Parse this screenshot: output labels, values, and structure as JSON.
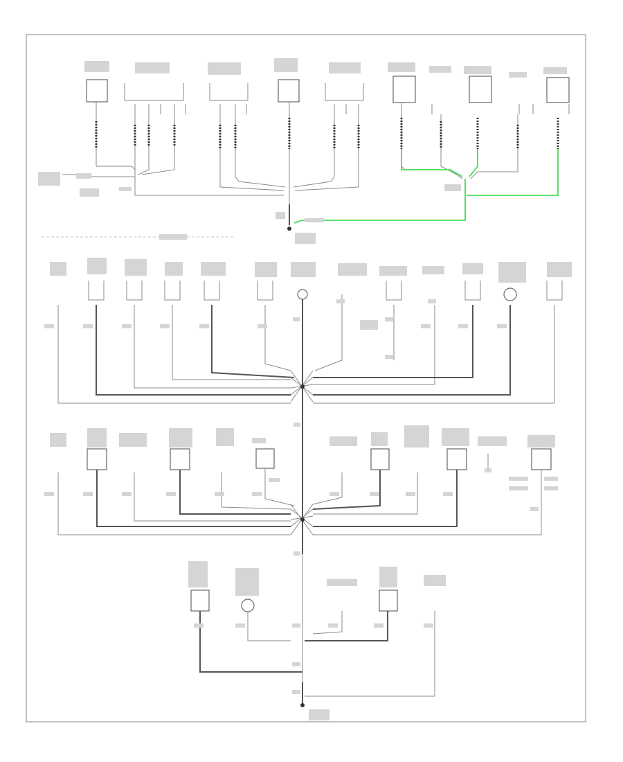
{
  "footer": {
    "page_mark": ""
  },
  "sections": [
    {
      "id": "top",
      "components": 13
    },
    {
      "id": "mid1",
      "components": 14
    },
    {
      "id": "mid2",
      "components": 13
    },
    {
      "id": "bottom",
      "components": 5
    }
  ],
  "colors": {
    "frame": "#9a9a9a",
    "wire": "#8a8a8a",
    "heavy_wire": "#555555",
    "highlight_wire": "#44dd55"
  }
}
